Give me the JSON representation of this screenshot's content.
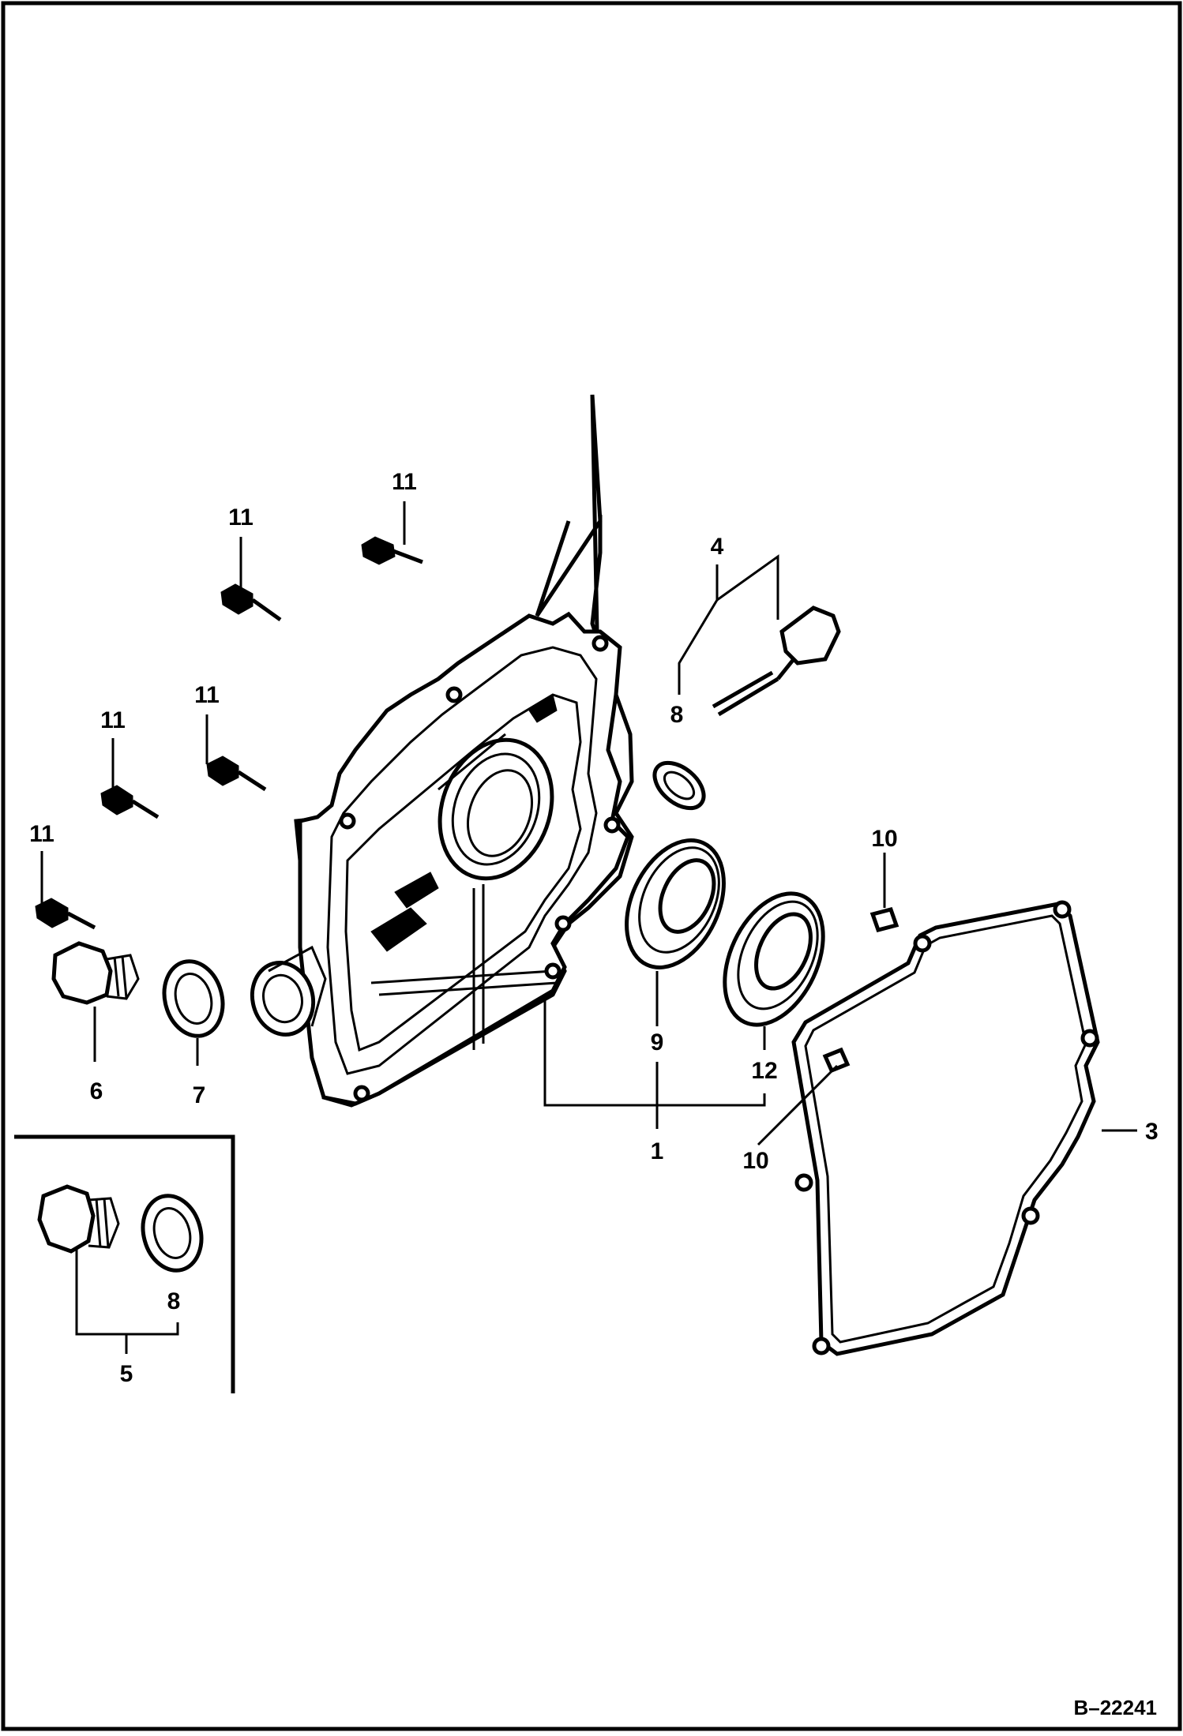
{
  "figure_id": "B–22241",
  "callouts": {
    "c1": "1",
    "c3": "3",
    "c4": "4",
    "c5": "5",
    "c6": "6",
    "c7": "7",
    "c8a": "8",
    "c8b": "8",
    "c9": "9",
    "c10a": "10",
    "c10b": "10",
    "c11a": "11",
    "c11b": "11",
    "c11c": "11",
    "c11d": "11",
    "c11e": "11",
    "c12": "12"
  },
  "colors": {
    "ink": "#000000",
    "paper": "#ffffff"
  }
}
